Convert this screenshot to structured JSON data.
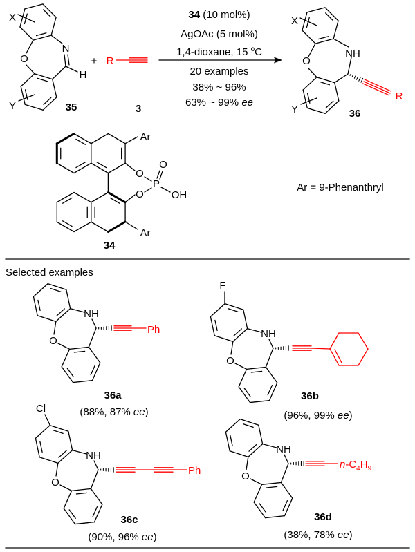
{
  "reaction": {
    "reactant1_label": "35",
    "reactant2_label": "3",
    "product_label": "36",
    "plus": "+",
    "atoms": {
      "X": "X",
      "Y": "Y",
      "N": "N",
      "H": "H",
      "O": "O",
      "NH": "NH",
      "R": "R"
    },
    "conditions": {
      "catalyst": "34",
      "catalyst_loading": " (10 mol%)",
      "additive": "AgOAc (5 mol%)",
      "solvent_temp": "1,4-dioxane, 15 ",
      "degree": "o",
      "temp_unit": "C",
      "examples": "20 examples",
      "yield_range": "38% ~ 96%",
      "ee_range": "63% ~ 99% ",
      "ee_label": "ee"
    }
  },
  "catalyst": {
    "label": "34",
    "Ar": "Ar",
    "O": "O",
    "P": "P",
    "OH": "OH",
    "ar_definition": "Ar = 9-Phenanthryl"
  },
  "examples": {
    "heading": "Selected examples",
    "atoms": {
      "O": "O",
      "NH": "NH"
    },
    "items": [
      {
        "label": "36a",
        "yield": "(88%, 87% ",
        "ee": "ee",
        "close": ")",
        "substituent": "Ph"
      },
      {
        "label": "36b",
        "yield": "(96%, 99% ",
        "ee": "ee",
        "close": ")",
        "halogen": "F"
      },
      {
        "label": "36c",
        "yield": "(90%, 96% ",
        "ee": "ee",
        "close": ")",
        "substituent": "Ph",
        "halogen": "Cl"
      },
      {
        "label": "36d",
        "yield": "(38%, 78% ",
        "ee": "ee",
        "close": ")",
        "alkyl": {
          "prefix": "n",
          "c": "-C",
          "c_sub": "4",
          "h": "H",
          "h_sub": "9"
        }
      }
    ]
  },
  "colors": {
    "bond": "#000000",
    "highlight": "#ff0000",
    "rule": "#333333"
  }
}
